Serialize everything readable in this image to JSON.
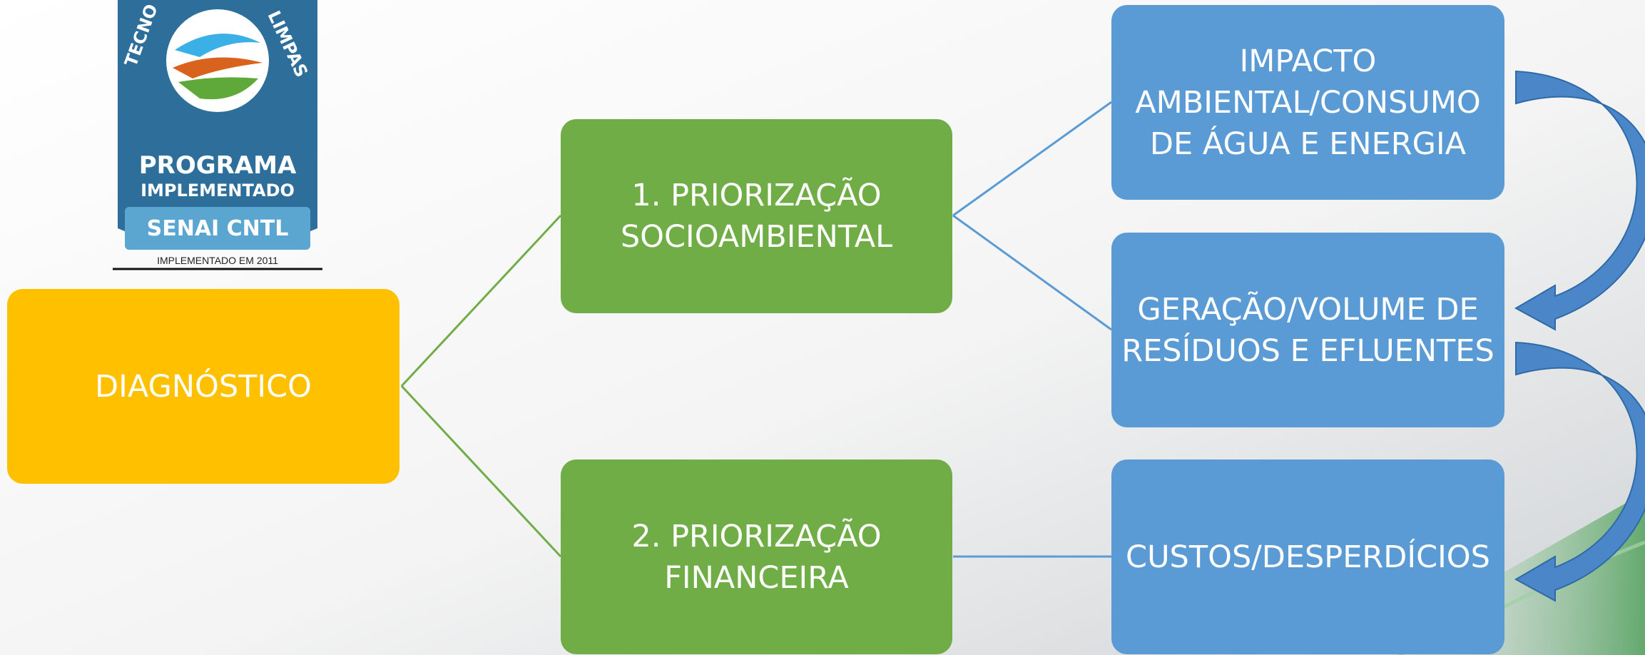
{
  "diagram": {
    "nodes": {
      "diagnostico": "DIAGNÓSTICO",
      "priorizacao_socioambiental": "1. PRIORIZAÇÃO\nSOCIOAMBIENTAL",
      "priorizacao_financeira": "2. PRIORIZAÇÃO\nFINANCEIRA",
      "impacto_ambiental": "IMPACTO\nAMBIENTAL/CONSUMO\nDE ÁGUA E ENERGIA",
      "geracao_residuos": "GERAÇÃO/VOLUME DE\nRESÍDUOS E EFLUENTES",
      "custos": "CUSTOS/DESPERDÍCIOS"
    },
    "colors": {
      "root": "#FFC000",
      "level1": "#70AD47",
      "level2": "#5B9BD5",
      "arrow": "#4A86C8"
    }
  },
  "seal": {
    "arc_text": "TECNOLOGIAS LIMPAS",
    "line1": "PROGRAMA",
    "line2": "IMPLEMENTADO",
    "line3": "SENAI CNTL",
    "caption": "IMPLEMENTADO EM 2011"
  }
}
